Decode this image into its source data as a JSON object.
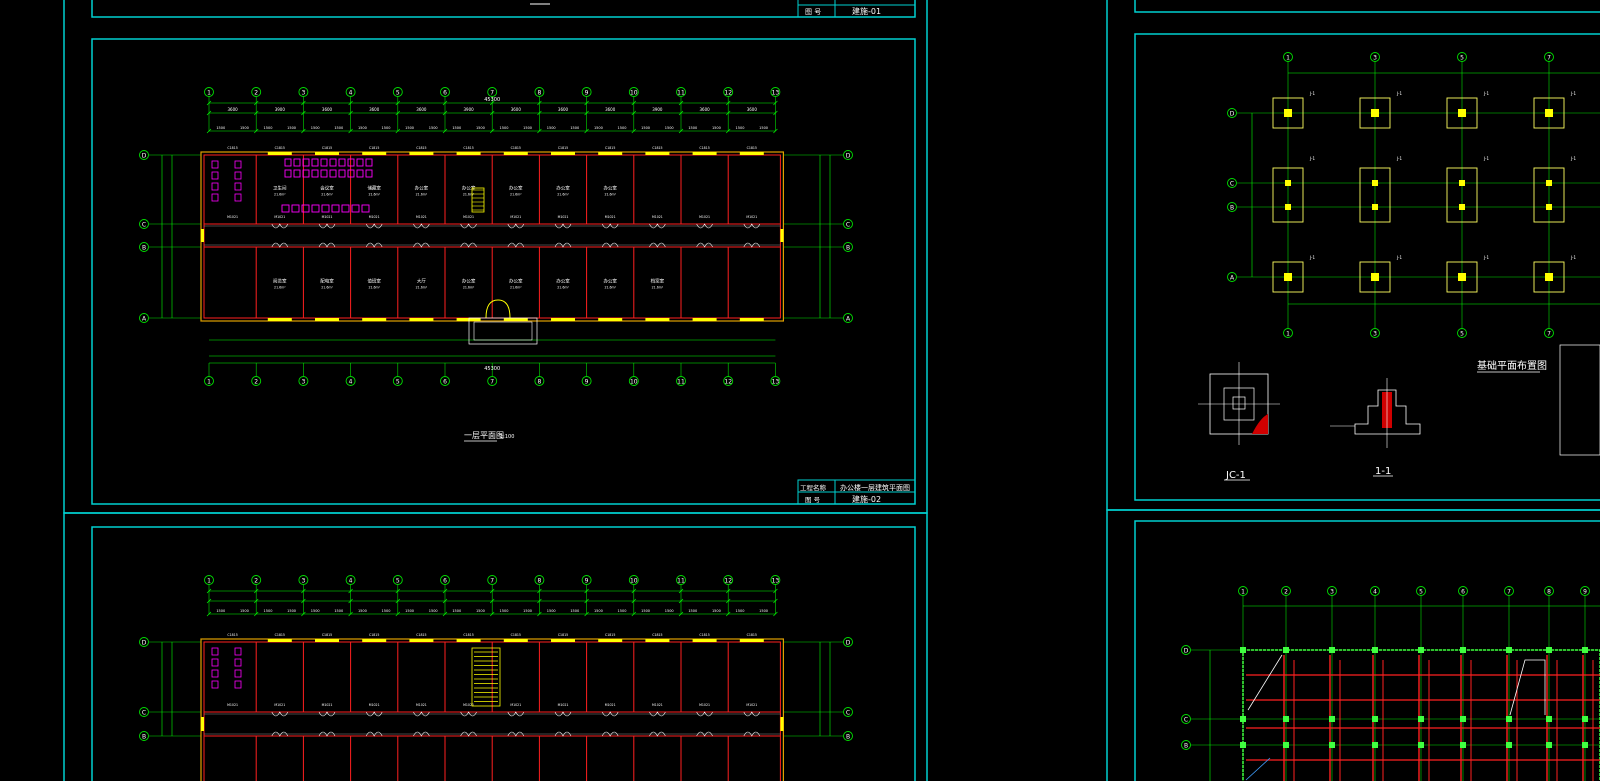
{
  "sheets": {
    "top_strip": {
      "drawing_no": "建施-01",
      "label_cn": "图 号"
    },
    "ground_floor": {
      "caption": "一层平面图",
      "caption_scale": "1:100",
      "title_block": {
        "project_label": "工程名称",
        "drawing_title": "办公楼一层建筑平面图",
        "drawing_no_label": "图 号",
        "drawing_no": "建施-02"
      },
      "axes_top": [
        "1",
        "2",
        "3",
        "4",
        "5",
        "6",
        "7",
        "8",
        "9",
        "10",
        "11",
        "12",
        "13"
      ],
      "axes_side": [
        "D",
        "C",
        "B",
        "A"
      ],
      "total_dim": "45300",
      "bay_dims": [
        "3600",
        "3900",
        "3600",
        "3600",
        "3600",
        "3900",
        "3600",
        "3600",
        "3600",
        "3900",
        "3600",
        "3600"
      ],
      "rooms": [
        "卫生间",
        "会议室",
        "储藏室",
        "办公室",
        "办公室",
        "办公室",
        "办公室",
        "办公室",
        "阅览室",
        "配电室",
        "值班室",
        "大厅",
        "办公室",
        "办公室",
        "办公室",
        "办公室",
        "档案室"
      ]
    },
    "second_floor": {
      "axes_top": [
        "1",
        "2",
        "3",
        "4",
        "5",
        "6",
        "7",
        "8",
        "9",
        "10",
        "11",
        "12",
        "13"
      ],
      "axes_side": [
        "D",
        "C",
        "B"
      ]
    },
    "foundation": {
      "title": "基础平面布置图",
      "detail_labels": [
        "JC-1",
        "1-1"
      ],
      "axes_top": [
        "1",
        "3",
        "5",
        "7"
      ],
      "axes_side": [
        "D",
        "C",
        "B",
        "A"
      ],
      "footing_tag": "J-1"
    },
    "beam_plan": {
      "axes_top": [
        "1",
        "2",
        "3",
        "4",
        "5",
        "6",
        "7",
        "8",
        "9"
      ],
      "axes_side": [
        "D",
        "C",
        "B"
      ]
    }
  },
  "colors": {
    "frame": "#00d0d0",
    "axis": "#00e000",
    "wall": "#ff2020",
    "window": "#ffff00",
    "sanitary": "#ff00ff",
    "text": "#ffffff",
    "dim": "#00ff00"
  }
}
